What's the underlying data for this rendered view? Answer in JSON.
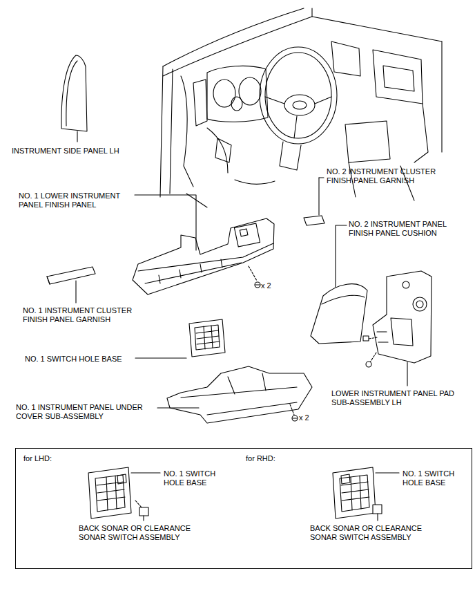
{
  "diagram": {
    "nodes": [
      {
        "text": [
          "for LHD:",
          "NO. 1 SWITCH HOLE BASE",
          "BACK SONAR OR CLEARANCE SONAR SWITCH ASSEMBLY",
          "for RHD:",
          "NO. 1 SWITCH HOLE BASE",
          "BACK SONAR OR CLEARANCE SONAR SWITCH ASSEMBLY"
        ]
      }
    ],
    "labels": [
      "INSTRUMENT SIDE PANEL LH",
      "NO. 1 LOWER INSTRUMENT PANEL FINISH PANEL",
      "x 2",
      "NO. 1 INSTRUMENT CLUSTER FINISH PANEL GARNISH",
      "NO. 1 SWITCH HOLE BASE",
      "NO. 1 INSTRUMENT PANEL UNDER COVER SUB-ASSEMBLY",
      "x 2",
      "NO. 2 INSTRUMENT CLUSTER FINISH PANEL GARNISH",
      "NO. 2 INSTRUMENT PANEL FINISH PANEL CUSHION",
      "LOWER INSTRUMENT PANEL PAD SUB-ASSEMBLY LH"
    ]
  }
}
